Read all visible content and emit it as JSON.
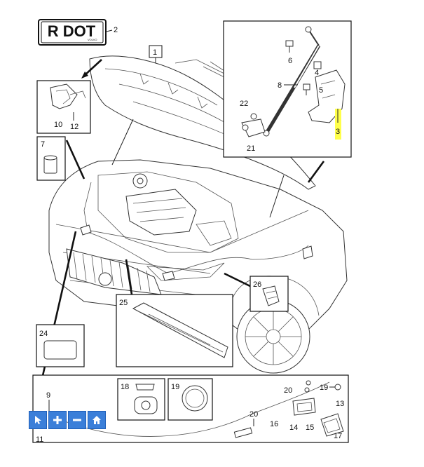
{
  "logo": {
    "text": "R DOT",
    "subtext": "VOLVO"
  },
  "callouts": {
    "c1": "1",
    "c2": "2",
    "c3": "3",
    "c4": "4",
    "c5": "5",
    "c6": "6",
    "c7": "7",
    "c8": "8",
    "c9": "9",
    "c10": "10",
    "c11": "11",
    "c12": "12",
    "c13": "13",
    "c14": "14",
    "c15": "15",
    "c16": "16",
    "c17": "17",
    "c18": "18",
    "c19a": "19",
    "c19b": "19",
    "c20a": "20",
    "c20b": "20",
    "c21": "21",
    "c22": "22",
    "c24": "24",
    "c25": "25",
    "c26": "26"
  },
  "highlight_color": "#ffff4a",
  "toolbar": {
    "icons": [
      "cursor-icon",
      "zoom-in-icon",
      "zoom-out-icon",
      "home-icon"
    ],
    "color": "#3b7fd9"
  }
}
